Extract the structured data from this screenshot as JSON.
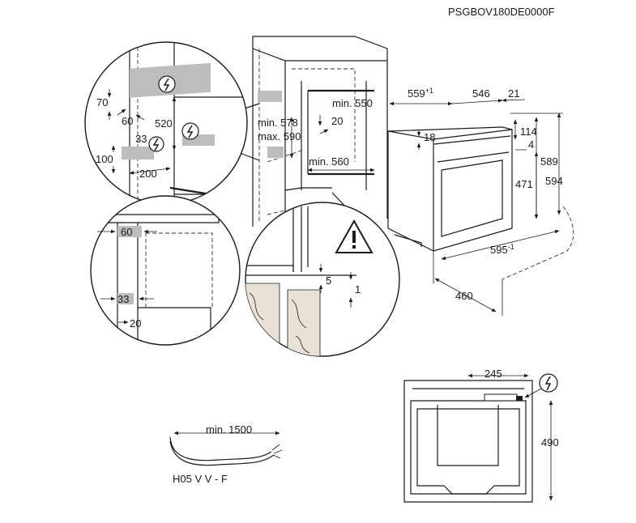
{
  "model_code": "PSGBOV180DE0000F",
  "dims": {
    "d559": "559",
    "d559_sup": "+1",
    "d546": "546",
    "d21": "21",
    "d18": "18",
    "d114": "114",
    "d4": "4",
    "d589": "589",
    "d594": "594",
    "d471": "471",
    "d595": "595",
    "d595_sup": "-1",
    "d460": "460",
    "min550": "min. 550",
    "d20_cab": "20",
    "min578": "min. 578",
    "max590": "max. 590",
    "min560": "min. 560",
    "d70": "70",
    "d60_detail": "60",
    "d520": "520",
    "d33_top": "33",
    "d100": "100",
    "d200": "200",
    "d60_side": "60",
    "d33_side": "33",
    "d20_side": "20",
    "d5": "5",
    "d1": "1",
    "d245": "245",
    "d490": "490",
    "min1500": "min. 1500",
    "cable": "H05 V V - F"
  },
  "icons": [
    "electric-hazard-icon",
    "warning-triangle-icon"
  ],
  "colors": {
    "line": "#1a1a1a",
    "highlight": "#bdbdbd"
  }
}
